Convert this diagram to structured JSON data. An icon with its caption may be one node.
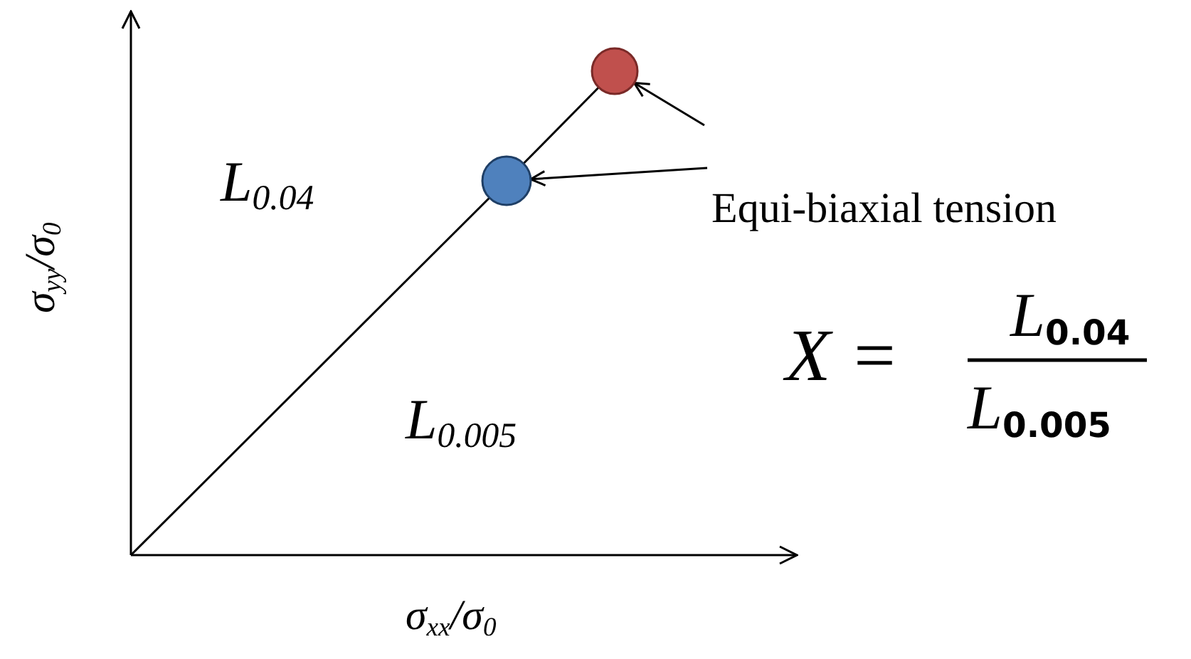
{
  "diagram": {
    "nodes": [
      {
        "text": [],
        "shape": "circle"
      },
      {
        "text": [],
        "shape": "circle"
      },
      {
        "text": [
          "Equi-biaxial tension"
        ]
      }
    ],
    "edges": [
      {
        "from": 2,
        "to": 0,
        "arrow": "to"
      },
      {
        "from": 2,
        "to": 1,
        "arrow": "to"
      },
      {
        "from": null,
        "to": 1,
        "arrow": "none"
      },
      {
        "from": 1,
        "to": 0,
        "arrow": "none"
      }
    ],
    "labels": [
      "L$_{0.04}$",
      "σ$_{yy}$/σ$_{0}$",
      "X =",
      "L$_{0.04}$",
      "L$_{0.005}$",
      "L$_{0.005}$",
      "σ$_{xx}$/σ$_{0}$"
    ]
  }
}
